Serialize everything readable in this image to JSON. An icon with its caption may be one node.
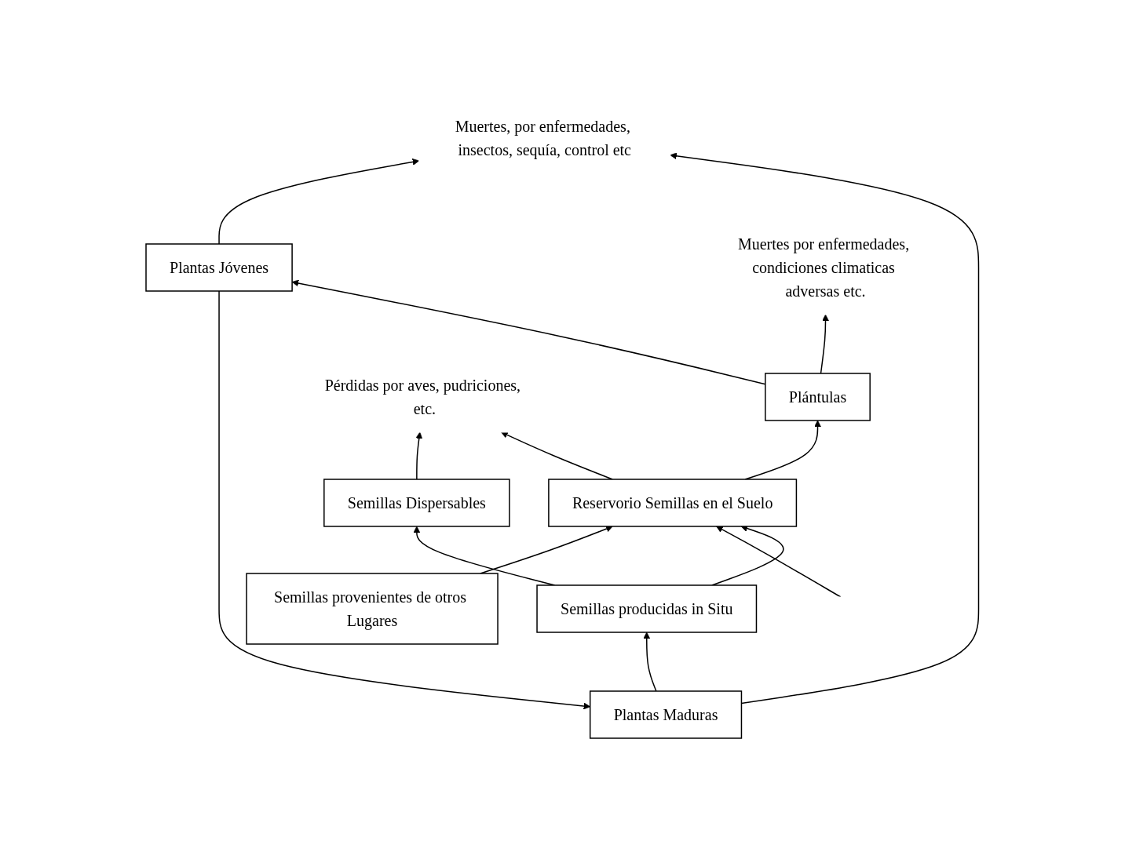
{
  "diagram": {
    "nodes": [
      {
        "text": [
          "Plantas Maduras"
        ]
      },
      {
        "text": [
          "Plantas Jóvenes"
        ]
      },
      {
        "text": [
          "Plántulas"
        ]
      },
      {
        "text": [
          "Reservorio Semillas en el Suelo"
        ]
      },
      {
        "text": [
          "Semillas producidas in Situ"
        ]
      },
      {
        "text": [
          "Semillas provenientes de otros Lugares"
        ]
      },
      {
        "text": [
          "Semillas Dispersables"
        ]
      },
      {
        "text": [
          "Muertes, por enfermedades, insectos, sequía, control etc"
        ]
      },
      {
        "text": [
          "Muertes por enfermedades, condiciones climaticas adversas etc."
        ]
      },
      {
        "text": [
          "Pérdidas por aves, pudriciones, etc."
        ]
      }
    ],
    "edges": [
      {
        "from": 3,
        "to": 2,
        "arrow": "to"
      },
      {
        "from": 2,
        "to": 1,
        "arrow": "to"
      },
      {
        "from": 1,
        "to": 0,
        "arrow": "to"
      },
      {
        "from": 0,
        "to": 4,
        "arrow": "to"
      },
      {
        "from": 0,
        "to": 7,
        "arrow": "to"
      },
      {
        "from": 1,
        "to": 7,
        "arrow": "to"
      },
      {
        "from": 2,
        "to": 8,
        "arrow": "to"
      },
      {
        "from": 3,
        "to": 9,
        "arrow": "to"
      },
      {
        "from": 4,
        "to": 3,
        "arrow": "to"
      },
      {
        "from": 4,
        "to": 6,
        "arrow": "to"
      },
      {
        "from": null,
        "to": 3,
        "arrow": "to"
      },
      {
        "from": 5,
        "to": 3,
        "arrow": "to"
      },
      {
        "from": 6,
        "to": 9,
        "arrow": "to"
      }
    ]
  }
}
